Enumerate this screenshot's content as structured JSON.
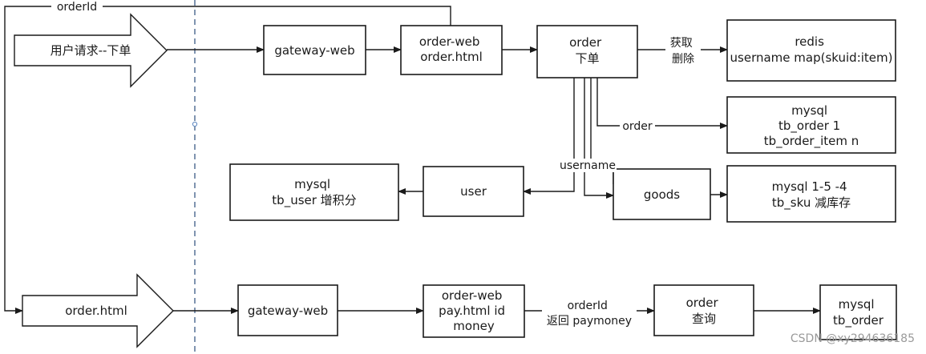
{
  "nodes": {
    "gateway_web_top": [
      "gateway-web"
    ],
    "order_web_top": [
      "order-web",
      "order.html"
    ],
    "order_top": [
      "order",
      "下单"
    ],
    "redis": [
      "redis",
      "username map(skuid:item)"
    ],
    "mysql_order": [
      "mysql",
      "tb_order 1",
      "tb_order_item n"
    ],
    "goods": [
      "goods"
    ],
    "mysql_sku": [
      "mysql 1-5 -4",
      "tb_sku  减库存"
    ],
    "user": [
      "user"
    ],
    "mysql_user": [
      "mysql",
      "tb_user 增积分"
    ],
    "gateway_web_bottom": [
      "gateway-web"
    ],
    "order_web_bottom": [
      "order-web",
      "pay.html id",
      "money"
    ],
    "order_bottom": [
      "order",
      "查询"
    ],
    "mysql_bottom": [
      "mysql",
      "tb_order"
    ]
  },
  "entry_arrows": {
    "top": "用户请求--下单",
    "bottom": "order.html"
  },
  "edge_labels": {
    "return_order_id": "orderId",
    "redis_ops": [
      "获取",
      "删除"
    ],
    "to_mysql_order": "order",
    "to_user_goods": "username",
    "pay_to_order": [
      "orderId",
      "返回 paymoney"
    ]
  },
  "watermark": "CSDN @xy294636185"
}
